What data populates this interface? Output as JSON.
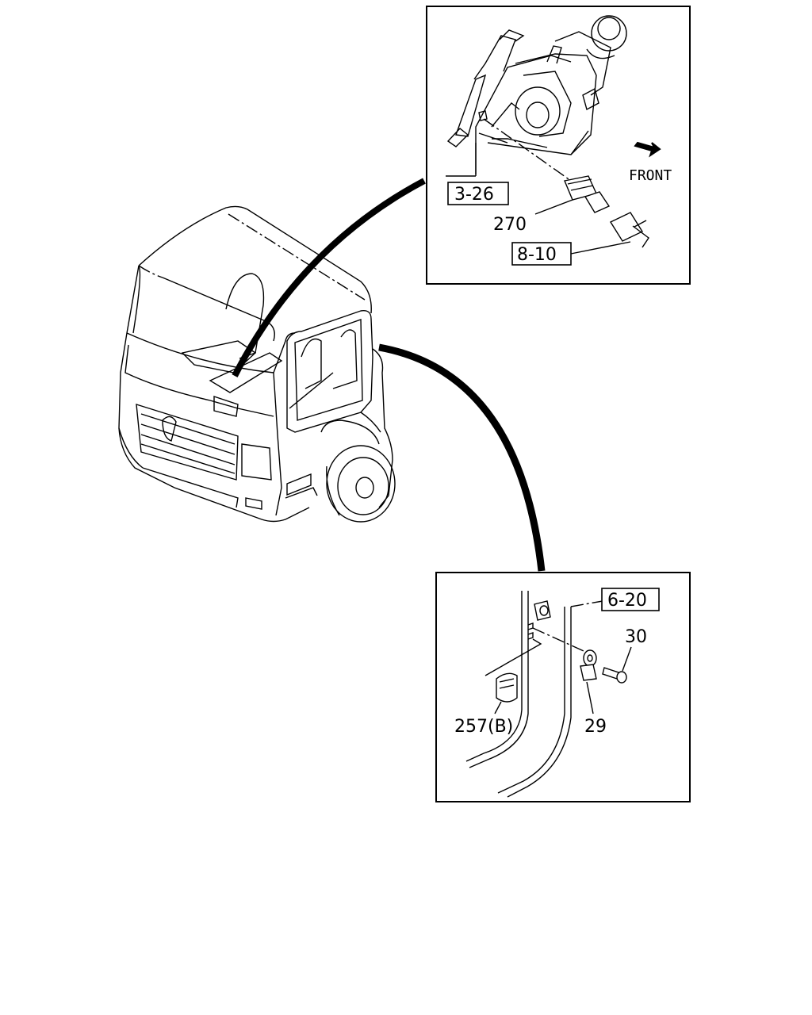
{
  "top_inset": {
    "direction_label": "FRONT",
    "part_270": "270",
    "ref_3_26": "3-26",
    "ref_8_10": "8-10"
  },
  "bottom_inset": {
    "ref_6_20": "6-20",
    "part_30": "30",
    "part_29": "29",
    "part_257b": "257(B)"
  }
}
